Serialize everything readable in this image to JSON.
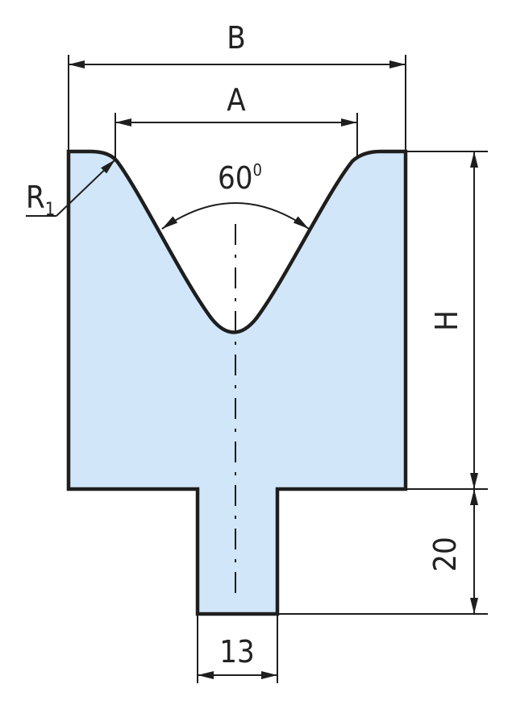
{
  "diagram": {
    "labels": {
      "width_outer": "B",
      "width_inner": "A",
      "angle_value": "60",
      "angle_unit": "0",
      "radius_main": "R",
      "radius_sub": "1",
      "height": "H",
      "tenon_height": "20",
      "tenon_width": "13"
    },
    "colors": {
      "fill": "#d1e6f8",
      "outline": "#1e1e1e",
      "dimension": "#1e1e1e"
    }
  }
}
